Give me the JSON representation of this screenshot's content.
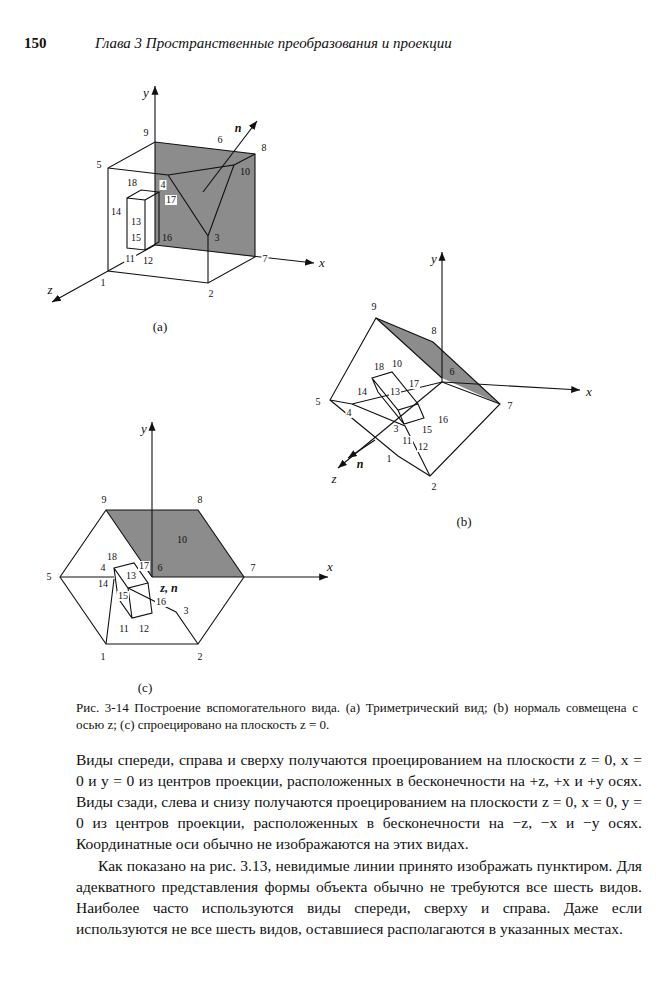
{
  "diagram": {
    "caption": "Рис. 3-14 Построение вспомогательного вида. (a) Триметрический вид; (b) нормаль совмещена с осью z; (c) спроецировано на плоскость z = 0.",
    "labels": [
      "150",
      "Глава 3 Пространственные преобразования и проекции",
      "y",
      "9",
      "8",
      "5",
      "n",
      "4",
      "6",
      "10",
      "17",
      "18",
      "14",
      "13",
      "15",
      "16",
      "3",
      "7",
      "x",
      "11",
      "12",
      "1",
      "2",
      "z",
      "(a)",
      "y",
      "9",
      "8",
      "x",
      "5",
      "4",
      "18",
      "10",
      "14",
      "13",
      "17",
      "6",
      "7",
      "15",
      "16",
      "11",
      "12",
      "3",
      "z",
      "n",
      "1",
      "2",
      "(b)",
      "y",
      "9",
      "8",
      "10",
      "5",
      "x",
      "18",
      "4",
      "17",
      "6",
      "7",
      "14",
      "13",
      "z, n",
      "15",
      "16",
      "3",
      "11",
      "12",
      "1",
      "2",
      "(c)",
      "Виды спереди, справа и сверху получаются проецированием на плоскости z = 0, x = 0 и y = 0 из центров проекции, расположенных в бесконечности на +z, +x и +y осях. Виды сзади, слева и снизу получаются проецированием на плоскости z = 0, x = 0, y = 0 из центров проекции, расположенных в бесконечности на −z, −x и −y осях. Координатные оси обычно не изображаются на этих видах.",
      "Как показано на рис. 3.13, невидимые линии принято изображать пунктиром. Для адекватного представления формы объекта обычно не требуются все шесть видов. Наиболее часто используются виды спереди, сверху и справа. Даже если используются не все шесть видов, оставшиеся располагаются в указанных местах."
    ]
  }
}
